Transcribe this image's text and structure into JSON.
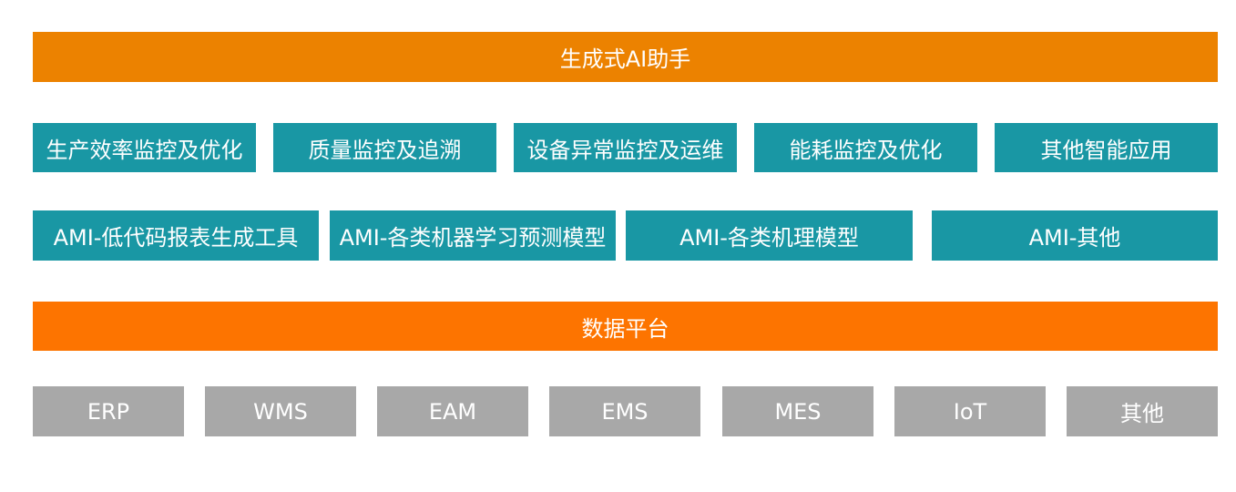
{
  "colors": {
    "top_bar": "#ec8200",
    "app_blocks": "#1997a4",
    "data_platform": "#fd7400",
    "sources": "#a8a8a8"
  },
  "top": {
    "label": "生成式AI助手"
  },
  "apps": [
    "生产效率监控及优化",
    "质量监控及追溯",
    "设备异常监控及运维",
    "能耗监控及优化",
    "其他智能应用"
  ],
  "ami": [
    "AMI-低代码报表生成工具",
    "AMI-各类机器学习预测模型",
    "AMI-各类机理模型",
    "AMI-其他"
  ],
  "platform": {
    "label": "数据平台"
  },
  "sources": [
    "ERP",
    "WMS",
    "EAM",
    "EMS",
    "MES",
    "IoT",
    "其他"
  ]
}
